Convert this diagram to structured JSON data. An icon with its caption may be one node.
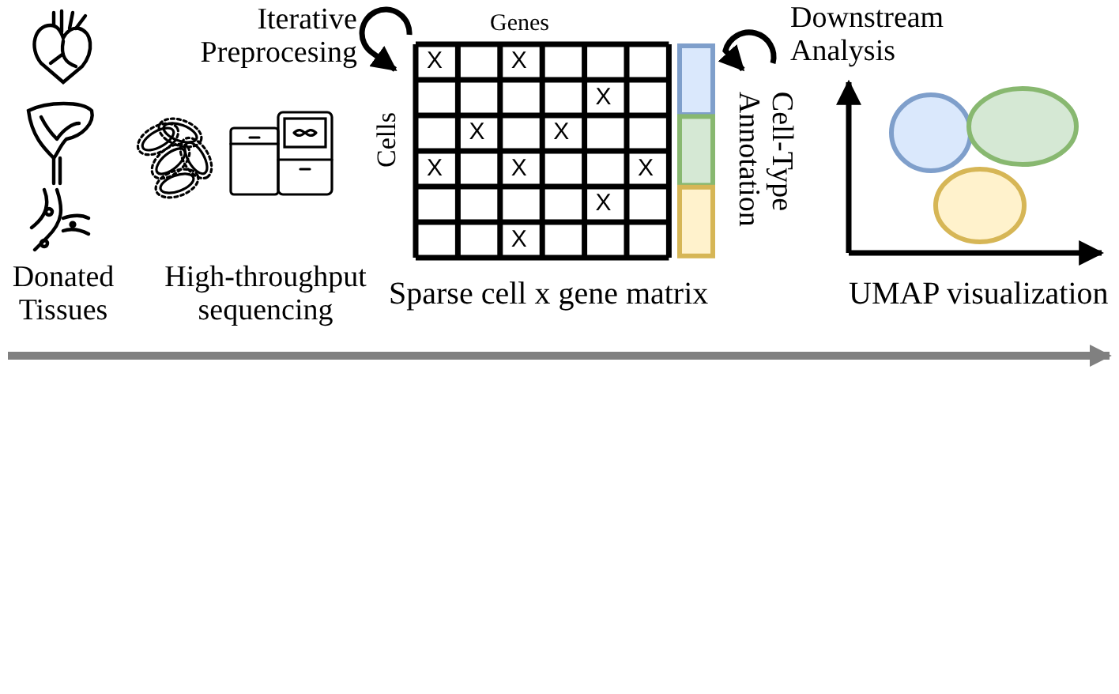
{
  "diagram": {
    "labels": [
      "Iterative Preprocesing",
      "Genes",
      "Downstream Analysis",
      "X",
      "X",
      "X",
      "X",
      "X",
      "X",
      "X",
      "X",
      "X",
      "X",
      "Cells",
      "Cell-Type Annotation",
      "Donated Tissues",
      "High-throughput sequencing",
      "Sparse cell x gene matrix",
      "UMAP visualization"
    ]
  }
}
